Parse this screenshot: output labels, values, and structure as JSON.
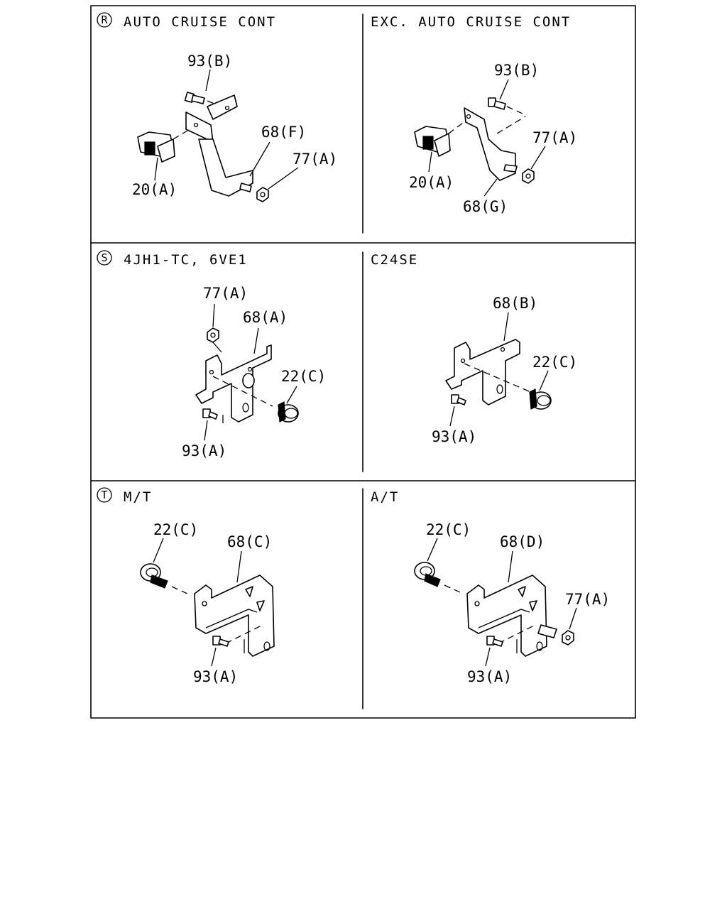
{
  "panels": [
    {
      "section_mark": "R",
      "header": "AUTO CRUISE CONT",
      "callouts": [
        "93(B)",
        "68(F)",
        "77(A)",
        "20(A)"
      ]
    },
    {
      "section_mark": "",
      "header": "EXC. AUTO CRUISE CONT",
      "callouts": [
        "93(B)",
        "77(A)",
        "20(A)",
        "68(G)"
      ]
    },
    {
      "section_mark": "S",
      "header": "4JH1-TC, 6VE1",
      "callouts": [
        "77(A)",
        "68(A)",
        "22(C)",
        "93(A)"
      ]
    },
    {
      "section_mark": "",
      "header": "C24SE",
      "callouts": [
        "68(B)",
        "22(C)",
        "93(A)"
      ]
    },
    {
      "section_mark": "T",
      "header": "M/T",
      "callouts": [
        "22(C)",
        "68(C)",
        "93(A)"
      ]
    },
    {
      "section_mark": "",
      "header": "A/T",
      "callouts": [
        "22(C)",
        "68(D)",
        "77(A)",
        "93(A)"
      ]
    }
  ]
}
